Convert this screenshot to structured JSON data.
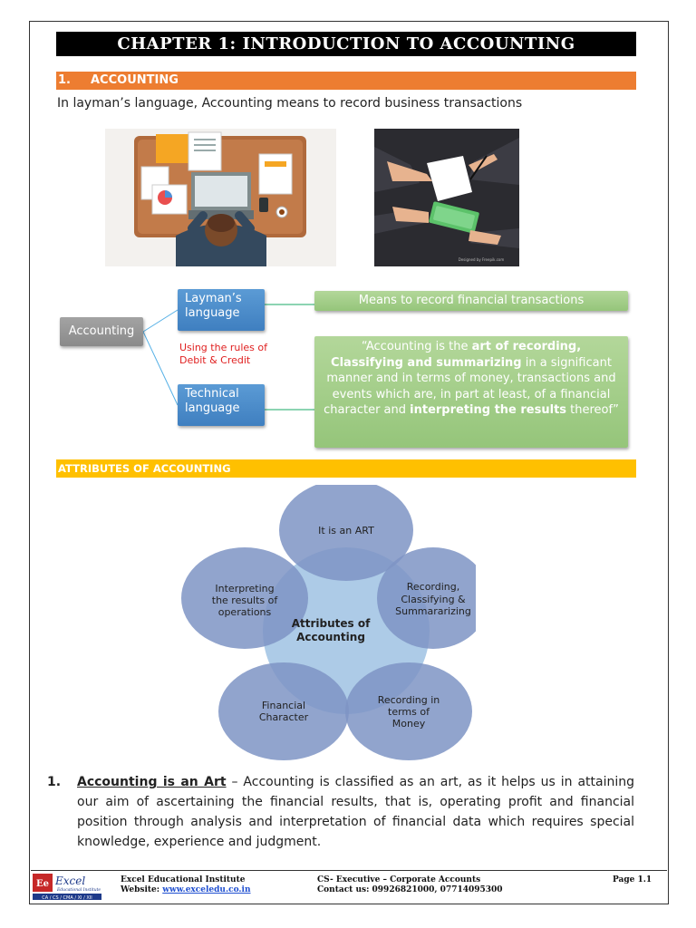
{
  "chapter_title": "CHAPTER 1: INTRODUCTION TO ACCOUNTING",
  "section": {
    "number": "1.",
    "title": "ACCOUNTING"
  },
  "intro": "In layman’s language, Accounting means to record business transactions",
  "diagram": {
    "root": "Accounting",
    "layman_line1": "Layman’s",
    "layman_line2": "language",
    "technical_line1": "Technical",
    "technical_line2": "language",
    "means": "Means to record financial transactions",
    "rules_line1": "Using the rules of",
    "rules_line2": "Debit & Credit",
    "quote": {
      "p1": "“Accounting is the ",
      "b1": "art of recording, Classifying and summarizing",
      "p2": " in a significant manner and in terms of money, transactions and events which are, in part at least, of a financial character and ",
      "b2": "interpreting the results",
      "p3": " thereof”"
    }
  },
  "attributes": {
    "heading": "ATTRIBUTES OF ACCOUNTING",
    "center_line1": "Attributes of",
    "center_line2": "Accounting",
    "art": "It is an ART",
    "recording_l1": "Recording,",
    "recording_l2": "Classifying &",
    "recording_l3": "Summararizing",
    "interpreting_l1": "Interpreting",
    "interpreting_l2": "the results of",
    "interpreting_l3": "operations",
    "financial_l1": "Financial",
    "financial_l2": "Character",
    "money_l1": "Recording in",
    "money_l2": "terms of",
    "money_l3": "Money"
  },
  "point1": {
    "number": "1.",
    "lead": "Accounting is an Art",
    "text": " – Accounting is classified as an art, as it helps us in attaining our aim of ascertaining the financial results, that is, operating profit and financial position through analysis and interpretation of financial data which requires special knowledge, experience and judgment."
  },
  "image_credit": "Designed by Freepik.com",
  "footer": {
    "institute": "Excel Educational Institute",
    "website_label": "Website: ",
    "website": "www.exceledu.co.in",
    "course": "CS- Executive – Corporate Accounts",
    "contact": "Contact us: 09926821000, 07714095300",
    "page": "Page 1.1",
    "logo_mark": "Ee",
    "logo_name": "Excel",
    "logo_tagline": "Educational Institute",
    "logo_courses": "CA / CS / CMA / XI / XII"
  }
}
